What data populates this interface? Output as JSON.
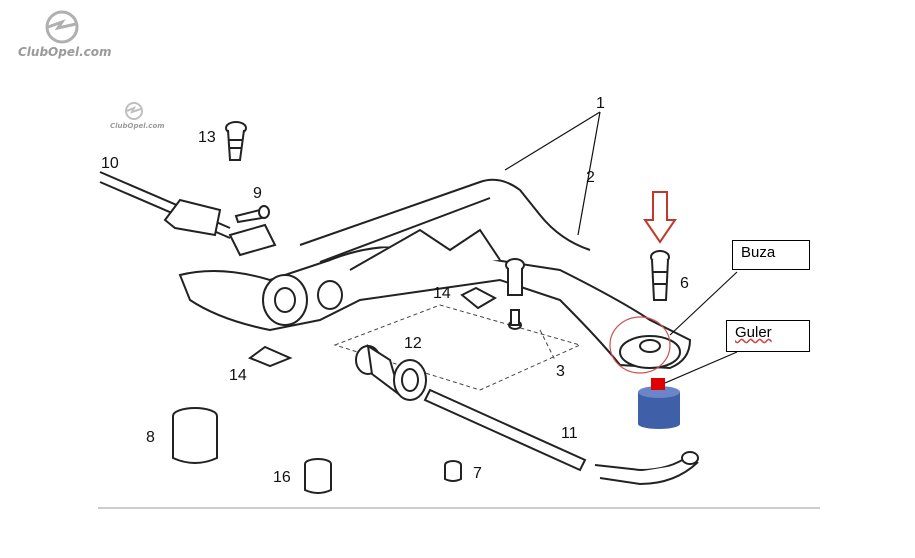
{
  "watermark": {
    "main_text": "ClubOpel.com",
    "small_text": "ClubOpel.com"
  },
  "part_numbers": {
    "p1": "1",
    "p2": "2",
    "p3": "3",
    "p6": "6",
    "p7": "7",
    "p8": "8",
    "p9": "9",
    "p10": "10",
    "p11": "11",
    "p12": "12",
    "p13": "13",
    "p14a": "14",
    "p14b": "14",
    "p16": "16"
  },
  "callouts": {
    "buza": "Buza",
    "guler": "Guler"
  },
  "colors": {
    "arrow": "#c0392b",
    "bushing": "#3f5fa8",
    "marker": "#e00000",
    "lines": "#222222"
  }
}
